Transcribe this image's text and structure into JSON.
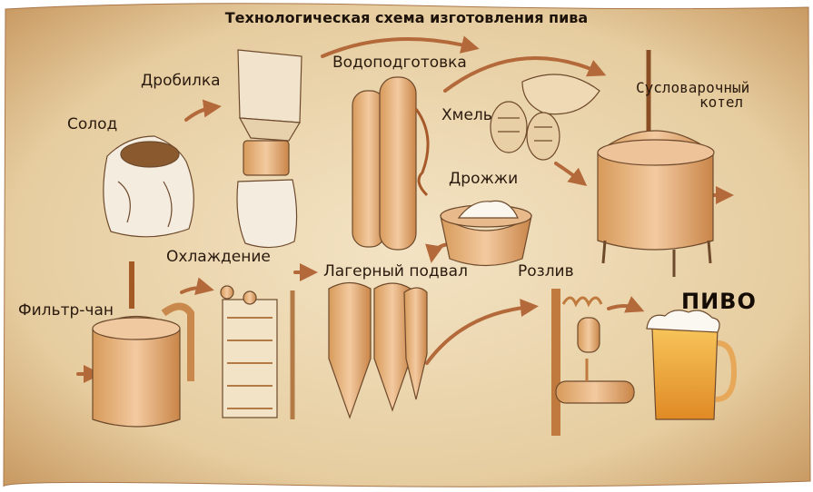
{
  "title": "Технологическая схема изготовления пива",
  "stages": {
    "malt": "Солод",
    "crusher": "Дробилка",
    "water": "Водоподготовка",
    "hops": "Хмель",
    "kettle_line1": "Сусловарочный",
    "kettle_line2": "котел",
    "yeast": "Дрожжи",
    "cooling": "Охлаждение",
    "lager": "Лагерный подвал",
    "bottling": "Розлив",
    "filter": "Фильтр-чан",
    "beer": "ПИВО"
  },
  "colors": {
    "parchment": "#e9d2a8",
    "ink": "#2a1a0e",
    "arrow": "#b4693a",
    "copper": "#e7b47a",
    "beer": "#f0a63a"
  }
}
